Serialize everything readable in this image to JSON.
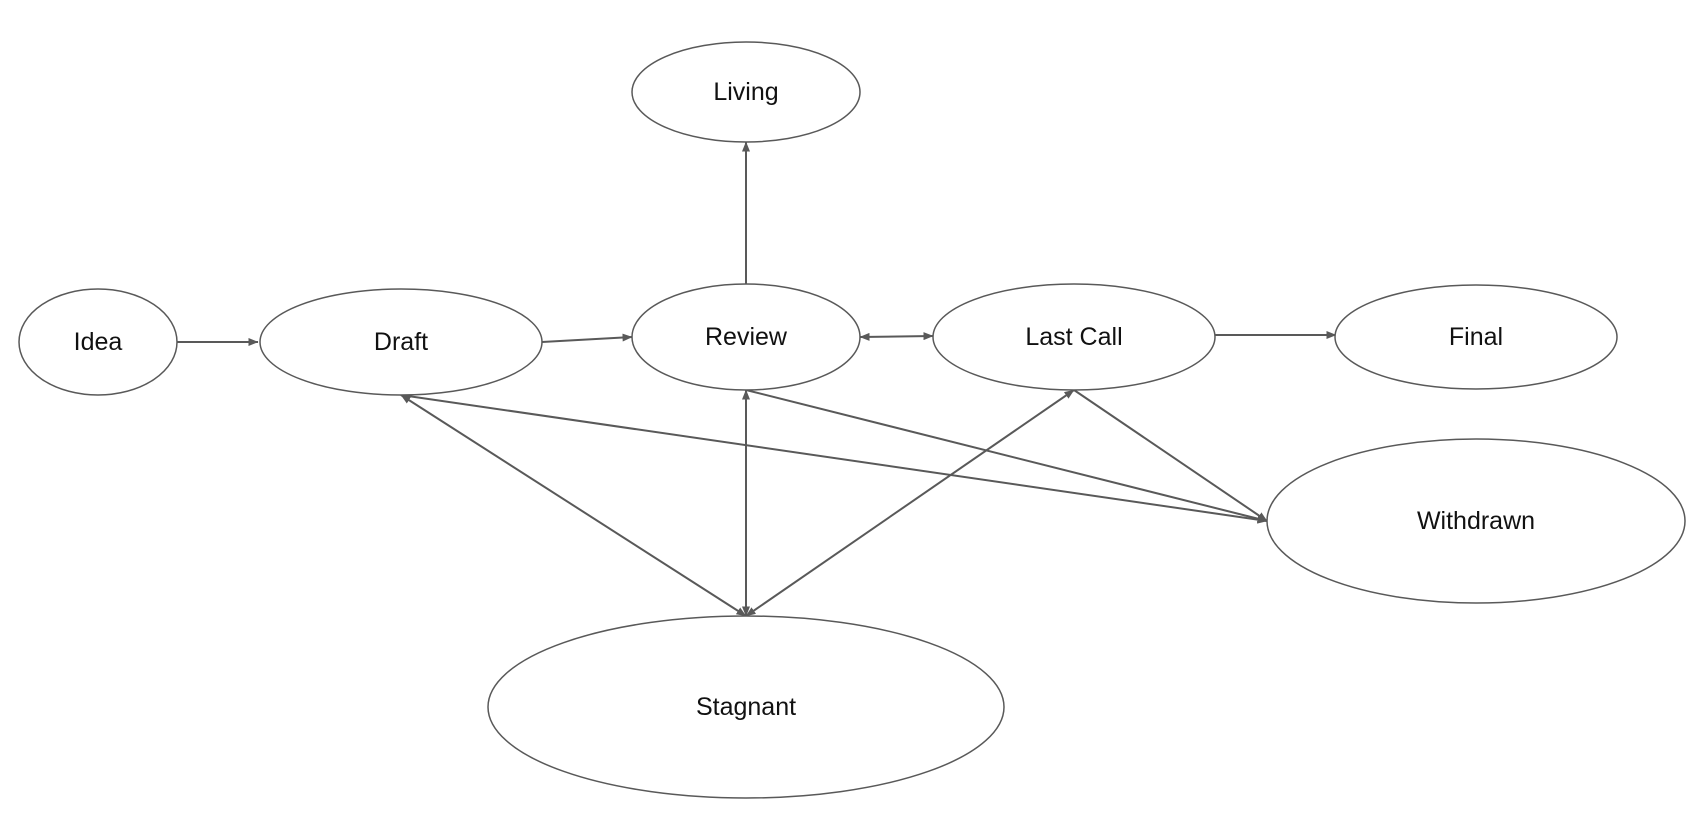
{
  "diagram": {
    "nodes": [
      {
        "id": "idea",
        "label": "Idea"
      },
      {
        "id": "draft",
        "label": "Draft"
      },
      {
        "id": "review",
        "label": "Review"
      },
      {
        "id": "living",
        "label": "Living"
      },
      {
        "id": "lastcall",
        "label": "Last Call"
      },
      {
        "id": "final",
        "label": "Final"
      },
      {
        "id": "withdrawn",
        "label": "Withdrawn"
      },
      {
        "id": "stagnant",
        "label": "Stagnant"
      }
    ],
    "edges": [
      {
        "from": "idea",
        "to": "draft"
      },
      {
        "from": "draft",
        "to": "review"
      },
      {
        "from": "review",
        "to": "living"
      },
      {
        "from": "review",
        "to": "lastcall",
        "bidirectional": true
      },
      {
        "from": "lastcall",
        "to": "final"
      },
      {
        "from": "draft",
        "to": "stagnant",
        "bidirectional": true
      },
      {
        "from": "review",
        "to": "stagnant",
        "bidirectional": true
      },
      {
        "from": "lastcall",
        "to": "stagnant",
        "bidirectional": true
      },
      {
        "from": "draft",
        "to": "withdrawn"
      },
      {
        "from": "review",
        "to": "withdrawn"
      },
      {
        "from": "lastcall",
        "to": "withdrawn"
      }
    ],
    "colors": {
      "stroke": "#595959",
      "node_fill": "#ffffff",
      "text": "#111111"
    }
  }
}
